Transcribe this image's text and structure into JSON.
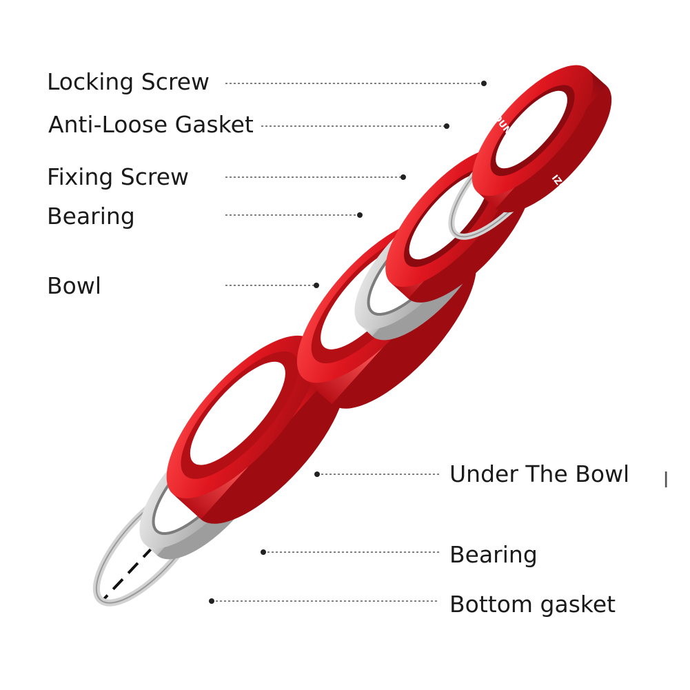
{
  "labels": {
    "locking_screw": "Locking Screw",
    "anti_loose_gasket": "Anti-Loose Gasket",
    "fixing_screw": "Fixing Screw",
    "bearing_top": "Bearing",
    "bowl": "Bowl",
    "under_the_bowl": "Under The Bowl",
    "bearing_bottom": "Bearing",
    "bottom_gasket": "Bottom gasket"
  },
  "brand_text": "IZOQUN",
  "partial_glyph": "l",
  "colors": {
    "red_part": "#e0161f",
    "red_dark": "#a80d14",
    "red_light": "#ff5a5a",
    "silver": "#c9c9c9",
    "silver_dark": "#8f8f8f",
    "text": "#1a1a1a",
    "axis": "#111111",
    "leader": "#555555"
  }
}
